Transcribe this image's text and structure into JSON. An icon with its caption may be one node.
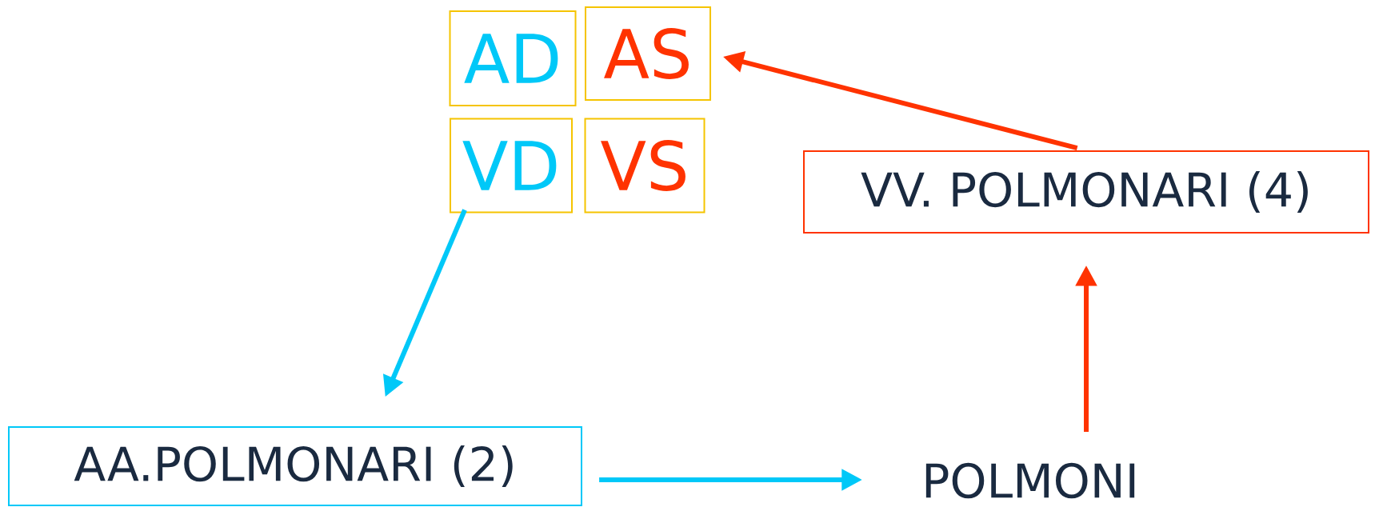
{
  "diagram": {
    "nodes": [
      {
        "text": [
          "AD"
        ]
      },
      {
        "text": [
          "AS"
        ]
      },
      {
        "text": [
          "VD"
        ]
      },
      {
        "text": [
          "VS"
        ]
      },
      {
        "text": [
          "VV. POLMONARI (4)"
        ]
      },
      {
        "text": [
          "AA.POLMONARI (2)"
        ]
      },
      {
        "text": [
          "POLMONI"
        ]
      }
    ],
    "edges": [
      {
        "from": 2,
        "to": 5,
        "arrow": "to",
        "color": "#00c8f8"
      },
      {
        "from": 5,
        "to": 6,
        "arrow": "to",
        "color": "#00c8f8"
      },
      {
        "from": 6,
        "to": 4,
        "arrow": "to",
        "color": "#ff3300"
      },
      {
        "from": 4,
        "to": 1,
        "arrow": "to",
        "color": "#ff3300"
      }
    ]
  }
}
